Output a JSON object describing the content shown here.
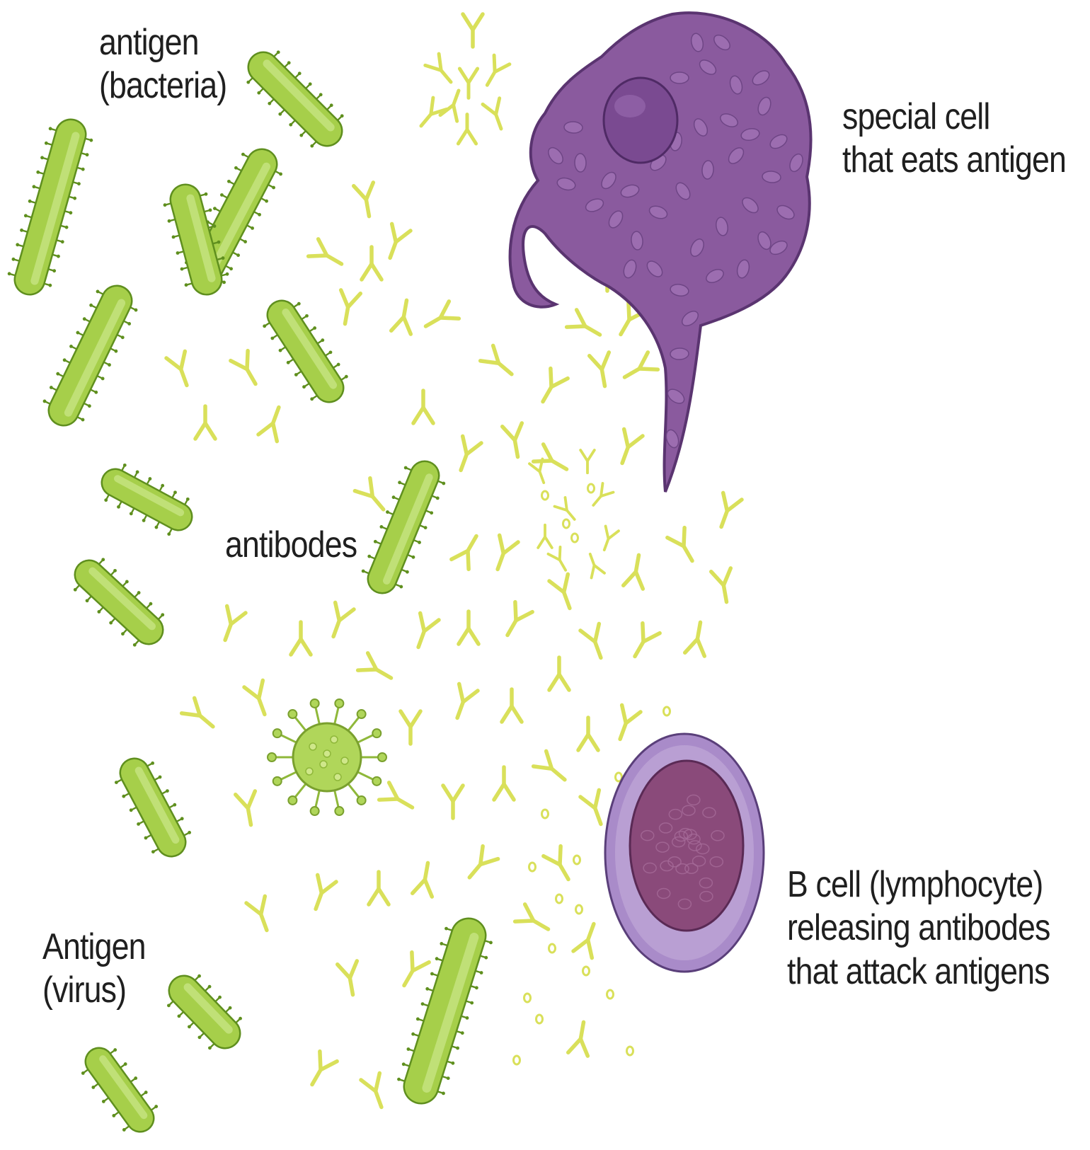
{
  "colors": {
    "bacteria_fill": "#a6cf4a",
    "bacteria_stroke": "#5f8f1e",
    "antibody": "#d9e05a",
    "macrophage_fill": "#8a5a9e",
    "macrophage_stroke": "#5a3470",
    "bcell_outer": "#a98bc9",
    "bcell_nucleus": "#8a4a7a",
    "virus_fill": "#b0d65a"
  },
  "labels": {
    "bacteria": [
      "antigen",
      "(bacteria)"
    ],
    "special_cell": [
      "special cell",
      "that eats antigen"
    ],
    "antibodies": [
      "antibodes"
    ],
    "virus": [
      "Antigen",
      "(virus)"
    ],
    "b_cell": [
      "B cell (lymphocyte)",
      "releasing antibodes",
      "that attack antigens"
    ]
  },
  "icons": {
    "bacteria": "rod-bacterium-icon",
    "antibody": "y-antibody-icon",
    "virus": "spiked-virus-icon",
    "macrophage": "macrophage-cell-icon",
    "b_cell": "lymphocyte-cell-icon"
  }
}
